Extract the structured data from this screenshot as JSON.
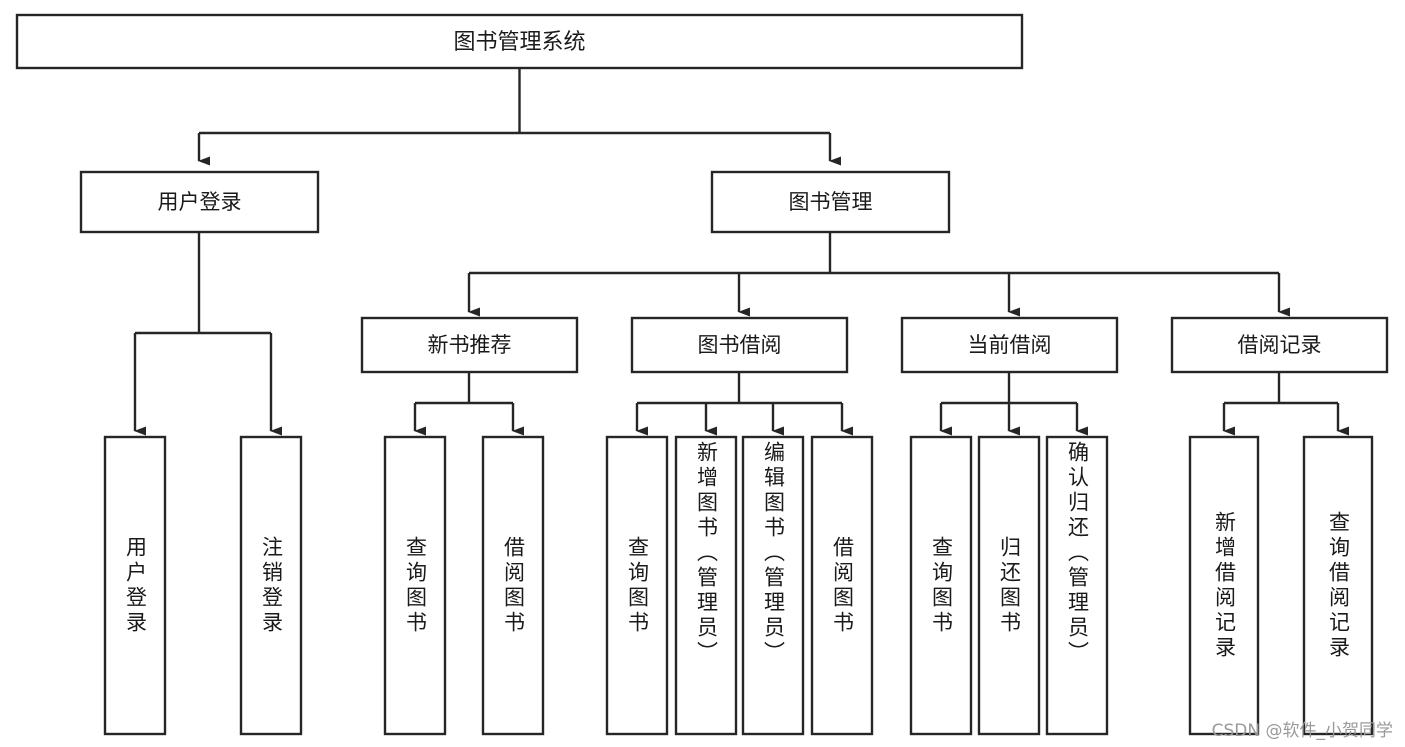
{
  "diagram": {
    "title": "图书管理系统",
    "type": "tree",
    "orientation": "top-down",
    "colors": {
      "box_fill": "#ffffff",
      "box_stroke": "#262626",
      "text": "#1a1a1a",
      "background": "#ffffff",
      "watermark": "#9a9a9a"
    },
    "nodes": {
      "root": {
        "label": "图书管理系统"
      },
      "level2": [
        {
          "id": "user-login",
          "label": "用户登录"
        },
        {
          "id": "book-manage",
          "label": "图书管理"
        }
      ],
      "level3": [
        {
          "id": "new-book-recommend",
          "label": "新书推荐"
        },
        {
          "id": "book-borrow",
          "label": "图书借阅"
        },
        {
          "id": "current-borrow",
          "label": "当前借阅"
        },
        {
          "id": "borrow-record",
          "label": "借阅记录"
        }
      ],
      "leaves": {
        "user-login": [
          {
            "id": "leaf-user-login",
            "label": "用户登录"
          },
          {
            "id": "leaf-user-logout",
            "label": "注销登录"
          }
        ],
        "new-book-recommend": [
          {
            "id": "leaf-query-book-1",
            "label": "查询图书"
          },
          {
            "id": "leaf-borrow-book-1",
            "label": "借阅图书"
          }
        ],
        "book-borrow": [
          {
            "id": "leaf-query-book-2",
            "label": "查询图书"
          },
          {
            "id": "leaf-add-book",
            "label": "新增图书（管理员）"
          },
          {
            "id": "leaf-edit-book",
            "label": "编辑图书（管理员）"
          },
          {
            "id": "leaf-borrow-book-2",
            "label": "借阅图书"
          }
        ],
        "current-borrow": [
          {
            "id": "leaf-query-book-3",
            "label": "查询图书"
          },
          {
            "id": "leaf-return-book",
            "label": "归还图书"
          },
          {
            "id": "leaf-confirm-return",
            "label": "确认归还（管理员）"
          }
        ],
        "borrow-record": [
          {
            "id": "leaf-add-record",
            "label": "新增借阅记录"
          },
          {
            "id": "leaf-query-record",
            "label": "查询借阅记录"
          }
        ]
      }
    }
  },
  "watermark": {
    "text": "CSDN @软件_小贺同学"
  }
}
